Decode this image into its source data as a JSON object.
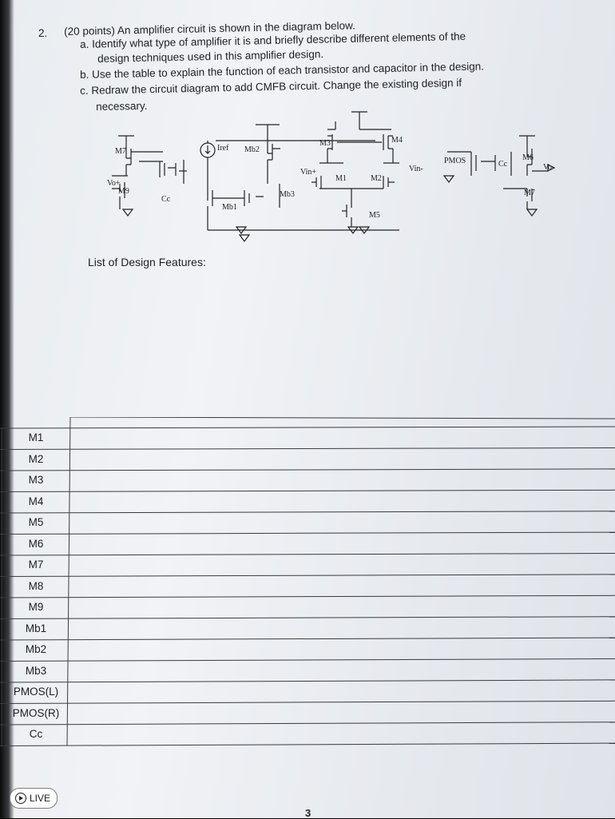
{
  "question": {
    "number": "2.",
    "header": "(20 points) An amplifier circuit is shown in the diagram below.",
    "part_a_1": "a.  Identify what type of amplifier it is and briefly describe different elements of the",
    "part_a_2": "design techniques used in this amplifier design.",
    "part_b": "b.  Use the table to explain the function of each transistor and capacitor in the design.",
    "part_c_1": "c.  Redraw the circuit diagram to add CMFB circuit. Change the existing design if",
    "part_c_2": "necessary."
  },
  "circuit_labels": {
    "m7_left": "M7",
    "iref": "Iref",
    "mb2": "Mb2",
    "m3": "M3",
    "m4": "M4",
    "pmos": "PMOS",
    "cc_right": "Cc",
    "m6": "M6",
    "vo_minus": "Vo-",
    "vin_plus": "Vin+",
    "vin_minus": "Vin-",
    "m1": "M1",
    "m2": "M2",
    "vo_plus": "Vo+",
    "m9": "M9",
    "cc_left": "Cc",
    "mb3": "Mb3",
    "mb1": "Mb1",
    "m5": "M5",
    "m7_right": "M7"
  },
  "features_title": "List of Design Features:",
  "table_rows": [
    "M1",
    "M2",
    "M3",
    "M4",
    "M5",
    "M6",
    "M7",
    "M8",
    "M9",
    "Mb1",
    "Mb2",
    "Mb3",
    "PMOS(L)",
    "PMOS(R)",
    "Cc"
  ],
  "badge": {
    "label": "LIVE"
  },
  "page_number": "3"
}
